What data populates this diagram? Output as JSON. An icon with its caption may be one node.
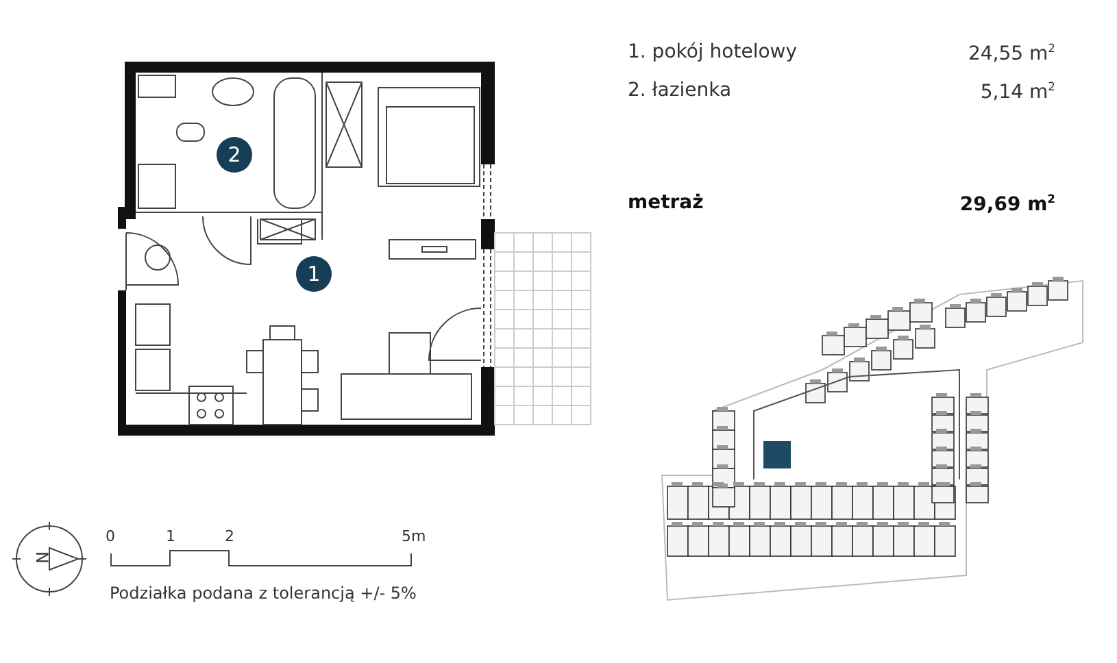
{
  "diagram": {
    "nodes": [
      {
        "text": [
          "1"
        ]
      },
      {
        "text": [
          "2"
        ]
      }
    ],
    "labels": [
      "1. pokój hotelowy",
      "24,55 m$^{2}$",
      "2. łazienka",
      "5,14 m$^{2}$",
      "metraż",
      "29,69 m$^{2}$",
      "N",
      "0",
      "1",
      "2",
      "5m",
      "Podziałka podana z tolerancją +/- 5%"
    ]
  }
}
